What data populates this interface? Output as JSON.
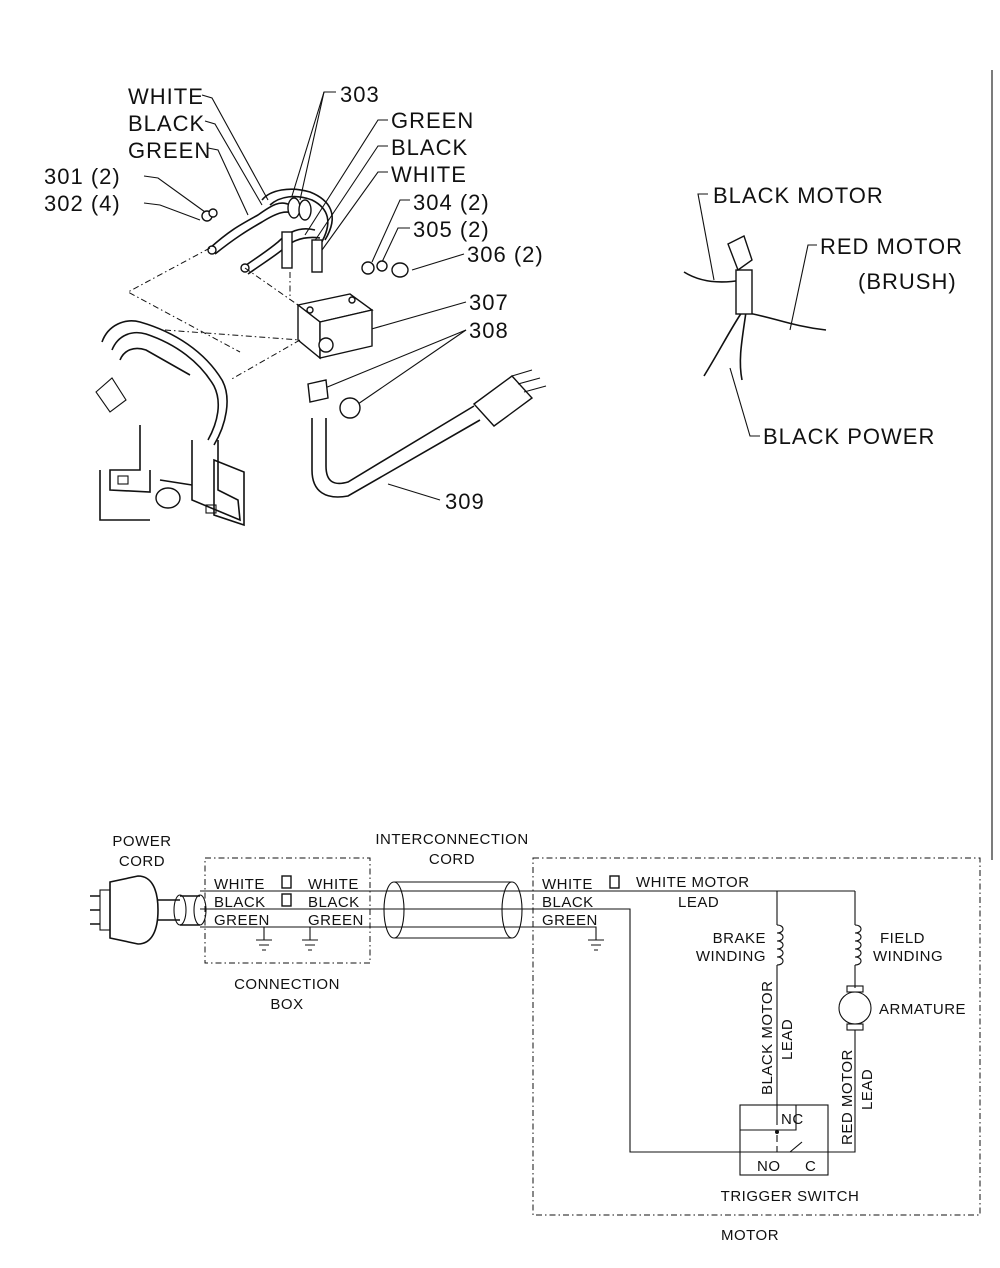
{
  "assembly": {
    "wires_left": [
      "WHITE",
      "BLACK",
      "GREEN"
    ],
    "wires_right": [
      "GREEN",
      "BLACK",
      "WHITE"
    ],
    "parts": {
      "p301": "301 (2)",
      "p302": "302 (4)",
      "p303": "303",
      "p304": "304 (2)",
      "p305": "305 (2)",
      "p306": "306 (2)",
      "p307": "307",
      "p308": "308",
      "p309": "309"
    }
  },
  "switch_detail": {
    "black_motor": "BLACK MOTOR",
    "red_motor": "RED MOTOR",
    "brush": "(BRUSH)",
    "black_power": "BLACK POWER"
  },
  "schematic": {
    "power_cord": [
      "POWER",
      "CORD"
    ],
    "interconnection_cord": [
      "INTERCONNECTION",
      "CORD"
    ],
    "connection_box": [
      "CONNECTION",
      "BOX"
    ],
    "box_wires_left": [
      "WHITE",
      "BLACK",
      "GREEN"
    ],
    "box_wires_right": [
      "WHITE",
      "BLACK",
      "GREEN"
    ],
    "motor_wires": [
      "WHITE",
      "BLACK",
      "GREEN"
    ],
    "white_motor_lead": [
      "WHITE MOTOR",
      "LEAD"
    ],
    "brake_winding": [
      "BRAKE",
      "WINDING"
    ],
    "field_winding": [
      "FIELD",
      "WINDING"
    ],
    "armature": "ARMATURE",
    "black_motor_lead": [
      "BLACK MOTOR",
      "LEAD"
    ],
    "red_motor_lead": [
      "RED MOTOR",
      "LEAD"
    ],
    "nc": "NC",
    "no": "NO",
    "c": "C",
    "trigger_switch": "TRIGGER SWITCH",
    "motor": "MOTOR"
  }
}
